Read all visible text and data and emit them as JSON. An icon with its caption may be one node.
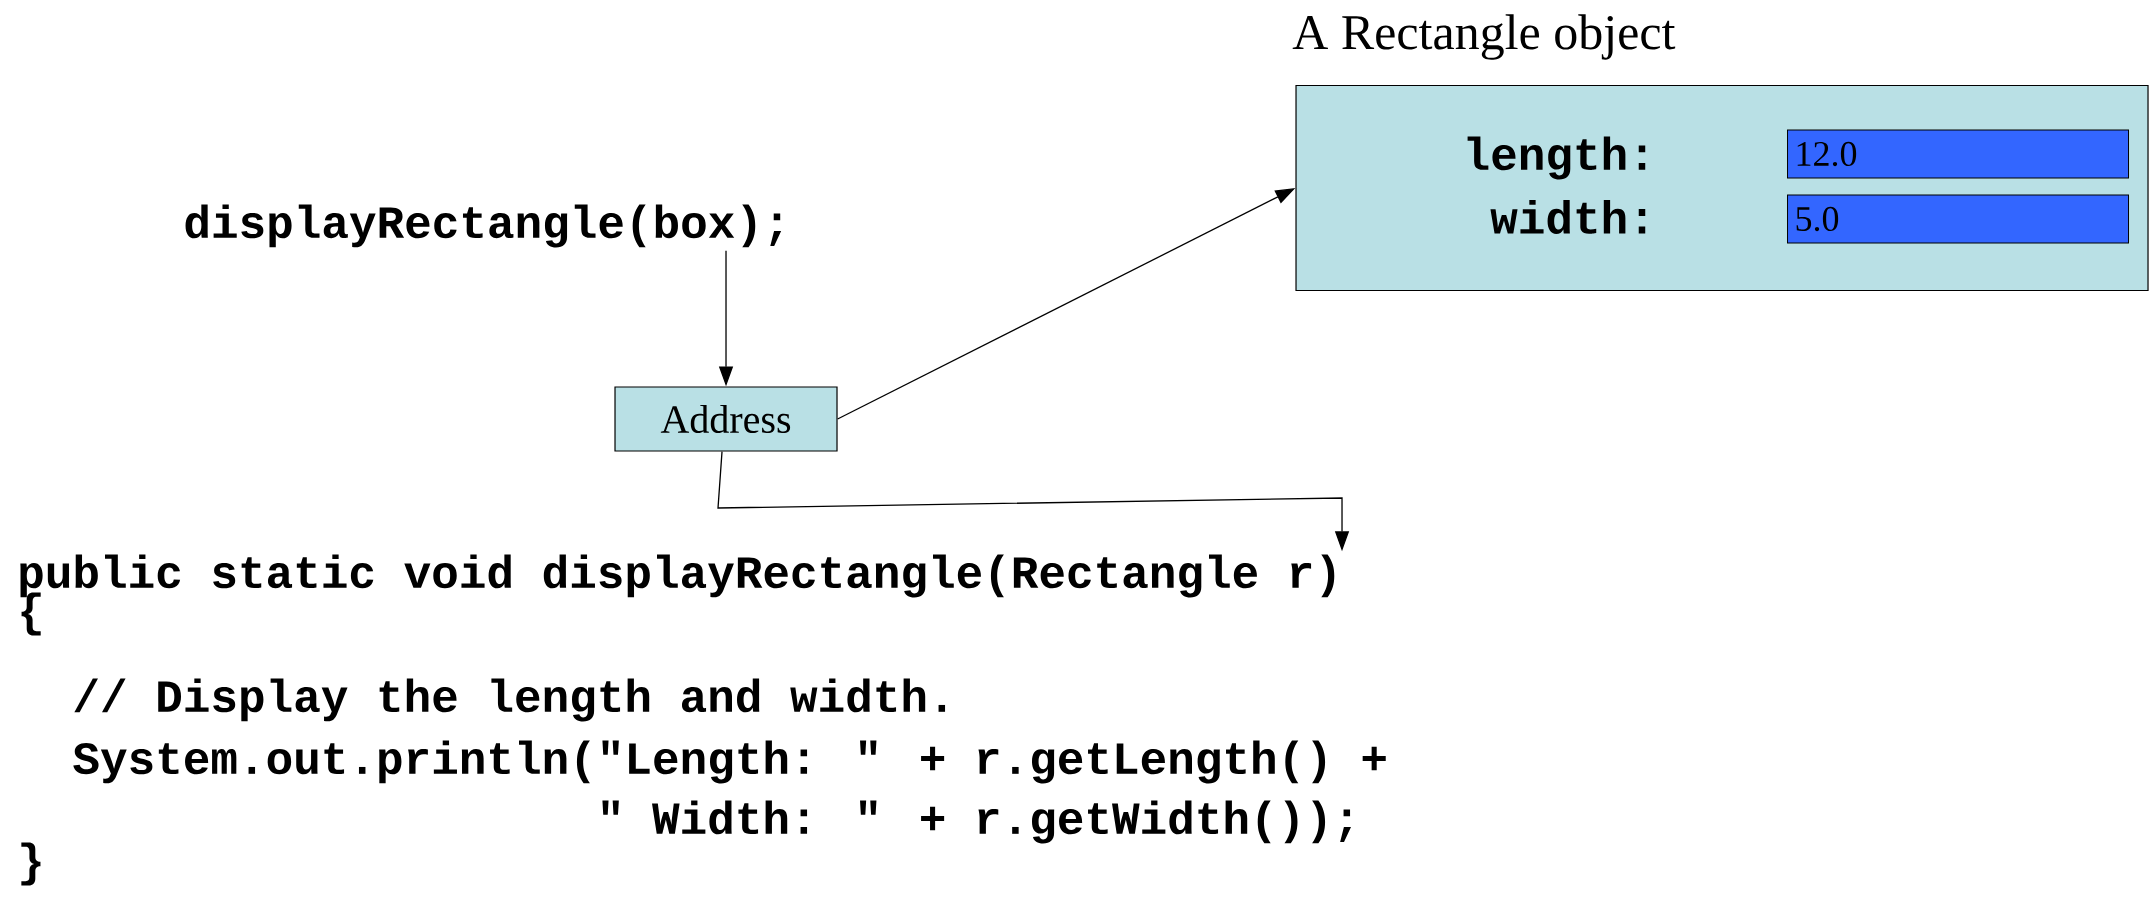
{
  "diagram": {
    "nodes": [
      {
        "text": [
          "A Rectangle object",
          "length:",
          "width:"
        ]
      },
      {
        "text": [
          "12.0"
        ],
        "in": 0
      },
      {
        "text": [
          "5.0"
        ],
        "in": 0
      },
      {
        "text": [
          "displayRectangle(box);"
        ]
      },
      {
        "text": [
          "Address"
        ]
      },
      {
        "text": [
          "public static void displayRectangle(Rectangle r)"
        ]
      }
    ],
    "edges": [
      {
        "from": 3,
        "to": 4,
        "arrow": "to"
      },
      {
        "from": 4,
        "to": 0,
        "arrow": "to"
      },
      {
        "from": 4,
        "to": 5,
        "arrow": "to"
      }
    ],
    "labels": [
      "{",
      "// Display the length and width.",
      "System.out.println(\"Length: \" + r.getLength() +",
      "\" Width: \" + r.getWidth());",
      "}"
    ]
  }
}
